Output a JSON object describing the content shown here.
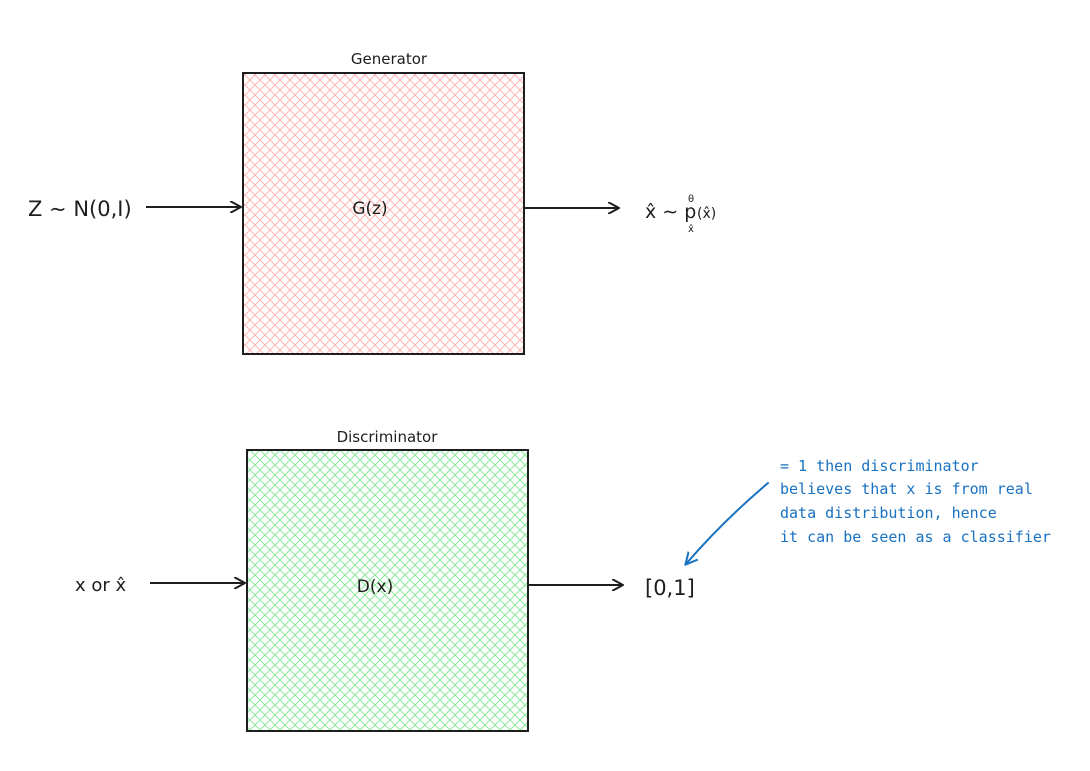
{
  "generator": {
    "title": "Generator",
    "function": "G(z)",
    "input": "Z ∼ N(0,I)",
    "output_main": "x̂ ∼ p",
    "output_sub": "x̂",
    "output_sup": "θ",
    "output_arg": "(x̂)",
    "fill_color": "#ffc9c9"
  },
  "discriminator": {
    "title": "Discriminator",
    "function": "D(x)",
    "input": "x or x̂",
    "output": "[0,1]",
    "fill_color": "#b2f2bb"
  },
  "annotation": {
    "lines": [
      "= 1 then discriminator",
      "believes that x is from real",
      "data distribution, hence",
      "it can be seen as a classifier"
    ],
    "color": "#1971c2"
  }
}
